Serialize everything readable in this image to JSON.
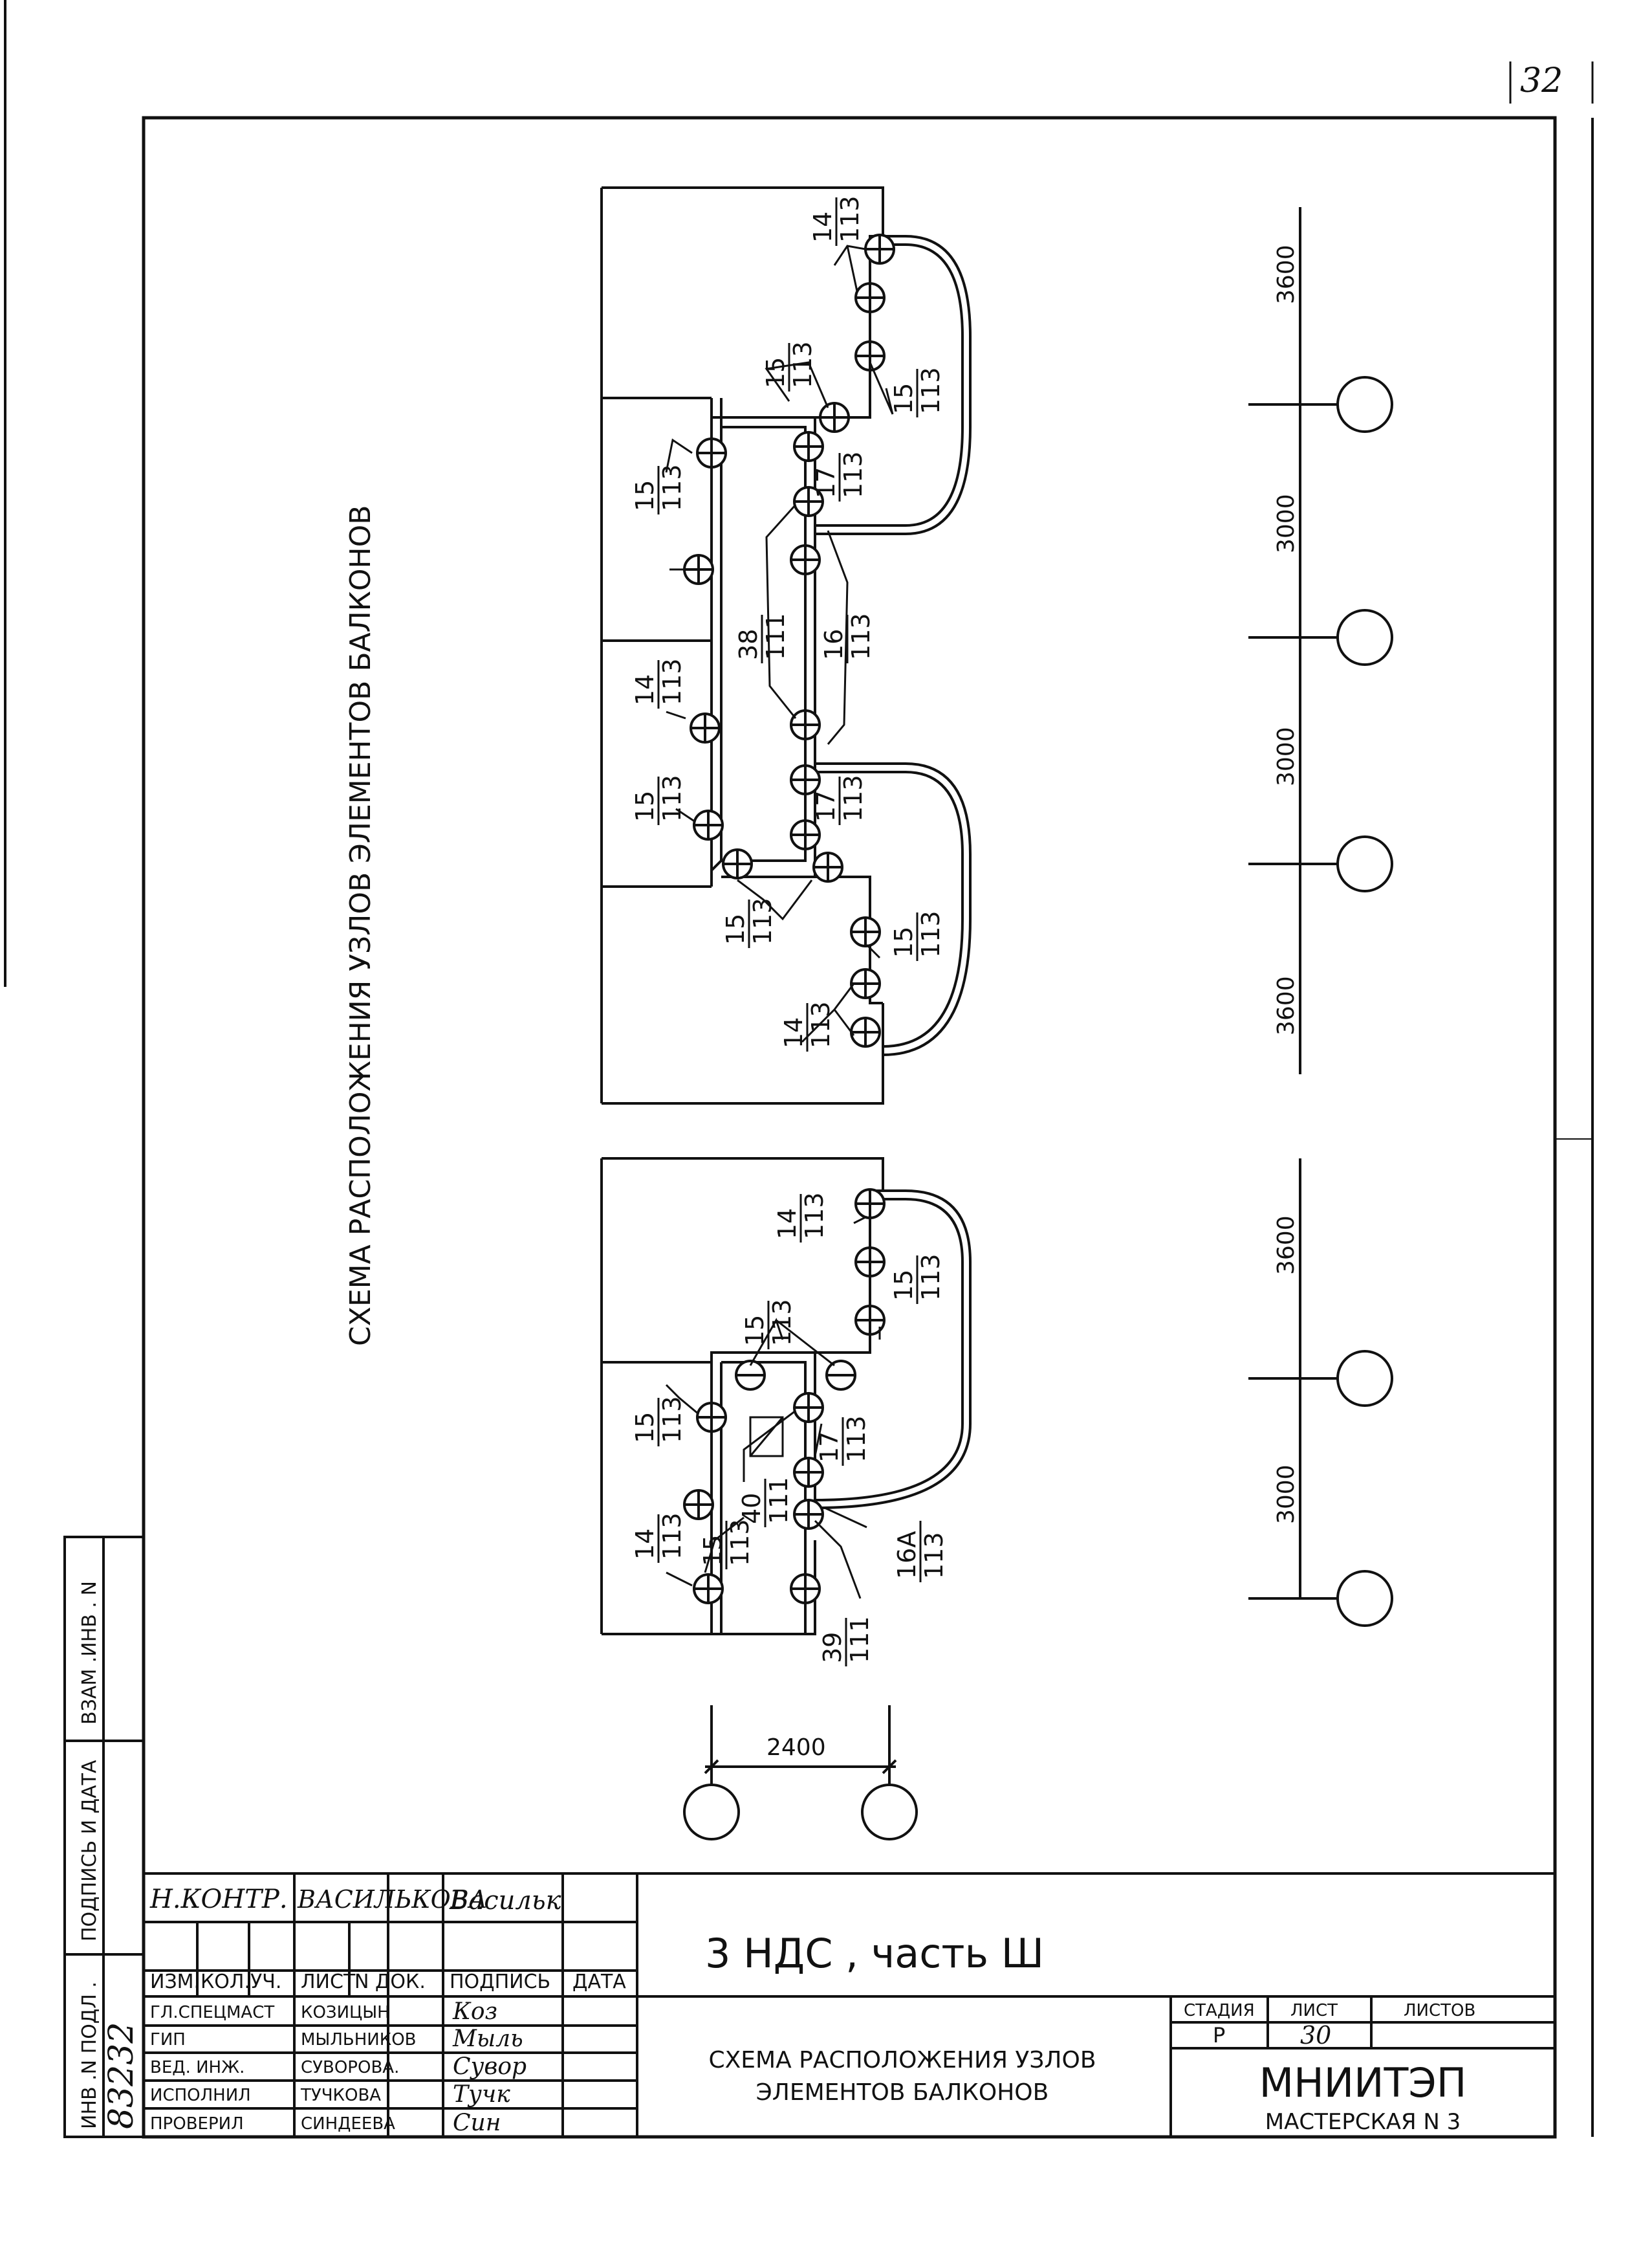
{
  "page_number": "32",
  "drawing": {
    "title": "СХЕМА РАСПОЛОЖЕНИЯ УЗЛОВ ЭЛЕМЕНТОВ БАЛКОНОВ",
    "dimensions": {
      "upper": [
        "3600",
        "3000",
        "3000",
        "3600"
      ],
      "lower": [
        "3600",
        "3000"
      ],
      "axis_spacing": "2400"
    },
    "callouts": [
      {
        "num": "14",
        "den": "113"
      },
      {
        "num": "15",
        "den": "113"
      },
      {
        "num": "15",
        "den": "113"
      },
      {
        "num": "15",
        "den": "113"
      },
      {
        "num": "17",
        "den": "113"
      },
      {
        "num": "38",
        "den": "111"
      },
      {
        "num": "16",
        "den": "113"
      },
      {
        "num": "14",
        "den": "113"
      },
      {
        "num": "15",
        "den": "113"
      },
      {
        "num": "17",
        "den": "113"
      },
      {
        "num": "15",
        "den": "113"
      },
      {
        "num": "15",
        "den": "113"
      },
      {
        "num": "14",
        "den": "113"
      },
      {
        "num": "14",
        "den": "113"
      },
      {
        "num": "15",
        "den": "113"
      },
      {
        "num": "15",
        "den": "113"
      },
      {
        "num": "15",
        "den": "113"
      },
      {
        "num": "17",
        "den": "113"
      },
      {
        "num": "40",
        "den": "111"
      },
      {
        "num": "14",
        "den": "113"
      },
      {
        "num": "15",
        "den": "113"
      },
      {
        "num": "16А",
        "den": "113"
      },
      {
        "num": "39",
        "den": "111"
      }
    ]
  },
  "side_stamp": {
    "vzam_inv": "ВЗАМ .ИНВ . N",
    "podpis_data": "ПОДПИСЬ  И  ДАТА",
    "inv_podl": "ИНВ .N  ПОДЛ .",
    "inv_value": "83232"
  },
  "title_block": {
    "n_kontr_label": "Н.КОНТР.",
    "n_kontr_name": "ВАСИЛЬКОВА",
    "n_kontr_sign": "Васильк",
    "header": [
      "ИЗМ.",
      "КОЛ.УЧ.",
      "ЛИСТ",
      "N ДОК.",
      "ПОДПИСЬ",
      "ДАТА"
    ],
    "rows": [
      {
        "role": "ГЛ.СПЕЦМАСТ",
        "name": "КОЗИЦЫН",
        "sign": "Коз"
      },
      {
        "role": "ГИП",
        "name": "МЫЛЬНИКОВ",
        "sign": "Мыль"
      },
      {
        "role": "ВЕД. ИНЖ.",
        "name": "СУВОРОВА.",
        "sign": "Сувор"
      },
      {
        "role": "ИСПОЛНИЛ",
        "name": "ТУЧКОВА",
        "sign": "Тучк"
      },
      {
        "role": "ПРОВЕРИЛ",
        "name": "СИНДЕЕВА",
        "sign": "Син"
      }
    ],
    "project": "3 НДС , часть Ш",
    "sheet_title_line1": "СХЕМА РАСПОЛОЖЕНИЯ УЗЛОВ",
    "sheet_title_line2": "ЭЛЕМЕНТОВ БАЛКОНОВ",
    "stage_label": "СТАДИЯ",
    "sheet_label": "ЛИСТ",
    "sheets_label": "ЛИСТОВ",
    "stage": "Р",
    "sheet": "30",
    "sheets": "",
    "organization": "МНИИТЭП",
    "workshop": "МАСТЕРСКАЯ N 3"
  }
}
